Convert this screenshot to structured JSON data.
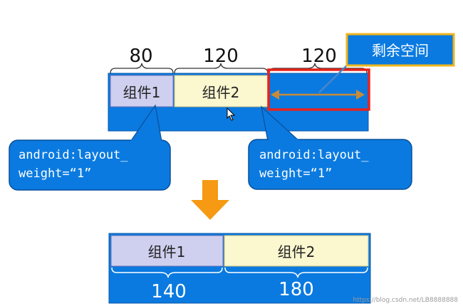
{
  "top": {
    "widths": [
      "80",
      "120",
      "120"
    ],
    "components": [
      "组件1",
      "组件2"
    ],
    "remaining_label": "剩余空间"
  },
  "callouts": [
    {
      "line1": "android:layout_",
      "line2": "weight=“1”"
    },
    {
      "line1": "android:layout_",
      "line2": "weight=“1”"
    }
  ],
  "bottom": {
    "components": [
      "组件1",
      "组件2"
    ],
    "widths": [
      "140",
      "180"
    ]
  },
  "watermark": "https://blog.csdn.net/LB8888888",
  "colors": {
    "container_blue": "#0a7ae0",
    "component1_fill": "#cfd0ef",
    "component2_fill": "#fbf7cf",
    "highlight_red": "#e8231b",
    "remaining_badge_border": "#f0b51d",
    "arrow_brown": "#c78b3a",
    "down_arrow_orange": "#f59a12"
  },
  "icons": [
    "mouse-cursor-icon",
    "down-arrow-icon",
    "double-arrow-icon"
  ]
}
